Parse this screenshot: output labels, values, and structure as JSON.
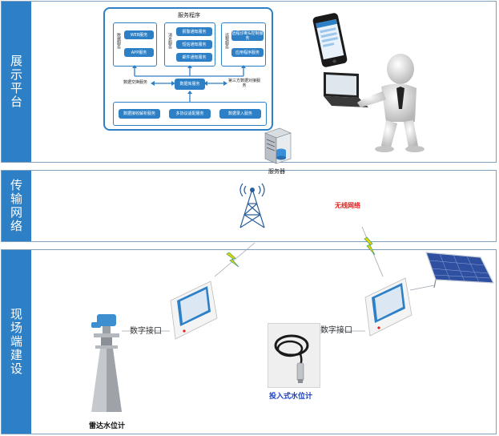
{
  "bands": {
    "display": "展示平台",
    "network": "传输网络",
    "field": "现场端建设"
  },
  "service_panel": {
    "title": "服务程序",
    "group_left": {
      "label": "数据服务",
      "items": [
        "WEB服务",
        "APP服务"
      ]
    },
    "group_mid": {
      "label": "消息服务",
      "items": [
        "报警通知服务",
        "短信通知服务",
        "邮件通知服务"
      ]
    },
    "group_right": {
      "label": "远程服务",
      "items": [
        "远程诊断&控制服务",
        "应用程序服务"
      ]
    },
    "row2": [
      "数据交换服务",
      "数据库服务",
      "第三方数据对接服务"
    ],
    "row3": [
      "数据接收解析服务",
      "多协议适配服务",
      "数据录入服务"
    ]
  },
  "server_label": "服务器",
  "wireless_label": "无线网络",
  "digital_interface": "数字接口",
  "radar_label": "雷达水位计",
  "submersible_label": "投入式水位计",
  "colors": {
    "band_blue": "#2d7fc6",
    "wireless_red": "#e02020",
    "caption_blue": "#1a3fbf"
  }
}
